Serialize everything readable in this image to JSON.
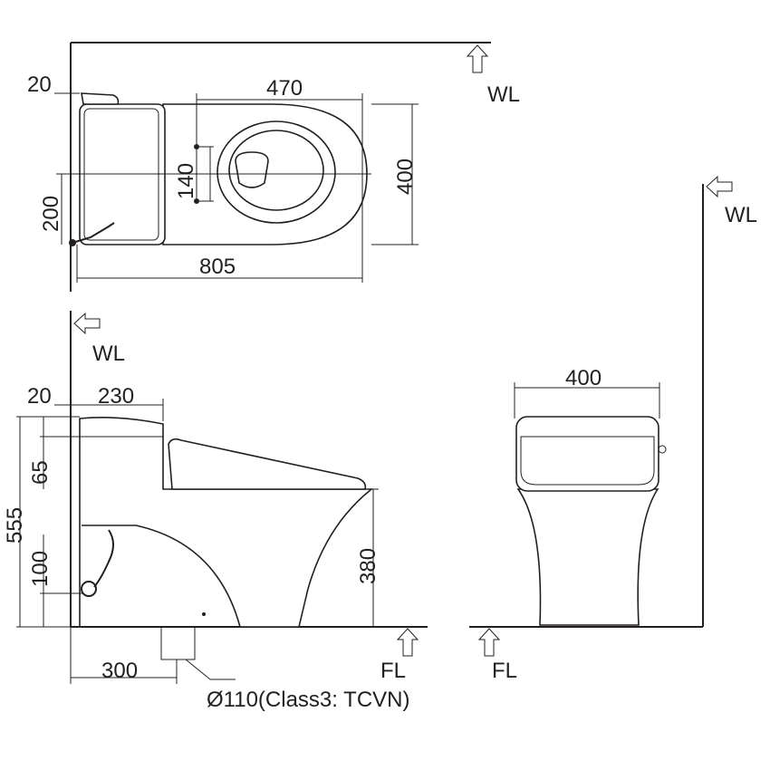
{
  "top_view": {
    "dim_wall_gap": "20",
    "dim_bowl_length": "470",
    "dim_inlet_spacing": "140",
    "dim_width": "400",
    "dim_inlet_offset": "200",
    "dim_total_length": "805",
    "wall_label": "WL"
  },
  "side_view": {
    "wall_label": "WL",
    "floor_label": "FL",
    "dim_wall_gap": "20",
    "dim_tank_depth": "230",
    "dim_tank_height": "65",
    "dim_total_height": "555",
    "dim_valve_height": "100",
    "dim_seat_height": "380",
    "dim_outlet_distance": "300",
    "outlet_note": "Ø110(Class3: TCVN)"
  },
  "front_view": {
    "wall_label": "WL",
    "floor_label": "FL",
    "dim_width": "400"
  }
}
